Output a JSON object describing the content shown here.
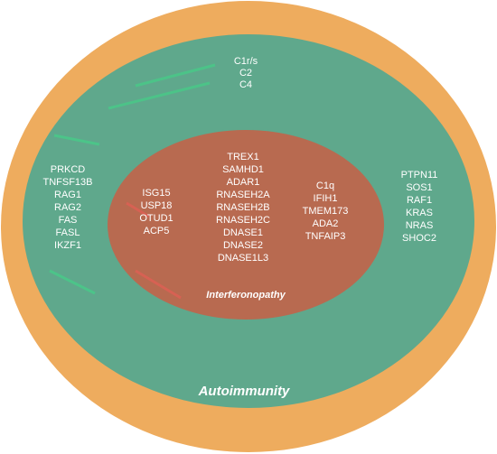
{
  "colors": {
    "outer": "#EEAC5E",
    "middle": "#5FA88C",
    "inner": "#B86A50",
    "text": "#FFFFFF",
    "arrow_green": "#3DDA86",
    "arrow_red": "#F05A55"
  },
  "zones": {
    "autoimmunity_label": "Autoimmunity",
    "interferonopathy_label": "Interferonopathy"
  },
  "groups": {
    "complement": [
      "C1r/s",
      "C2",
      "C4"
    ],
    "left_outer": [
      "PRKCD",
      "TNFSF13B",
      "RAG1",
      "RAG2",
      "FAS",
      "FASL",
      "IKZF1"
    ],
    "right_outer": [
      "PTPN11",
      "SOS1",
      "RAF1",
      "KRAS",
      "NRAS",
      "SHOC2"
    ],
    "inner_left": [
      "ISG15",
      "USP18",
      "OTUD1",
      "ACP5"
    ],
    "inner_center": [
      "TREX1",
      "SAMHD1",
      "ADAR1",
      "RNASEH2A",
      "RNASEH2B",
      "RNASEH2C",
      "DNASE1",
      "DNASE2",
      "DNASE1L3"
    ],
    "inner_right": [
      "C1q",
      "IFIH1",
      "TMEM173",
      "ADA2",
      "TNFAIP3"
    ]
  }
}
